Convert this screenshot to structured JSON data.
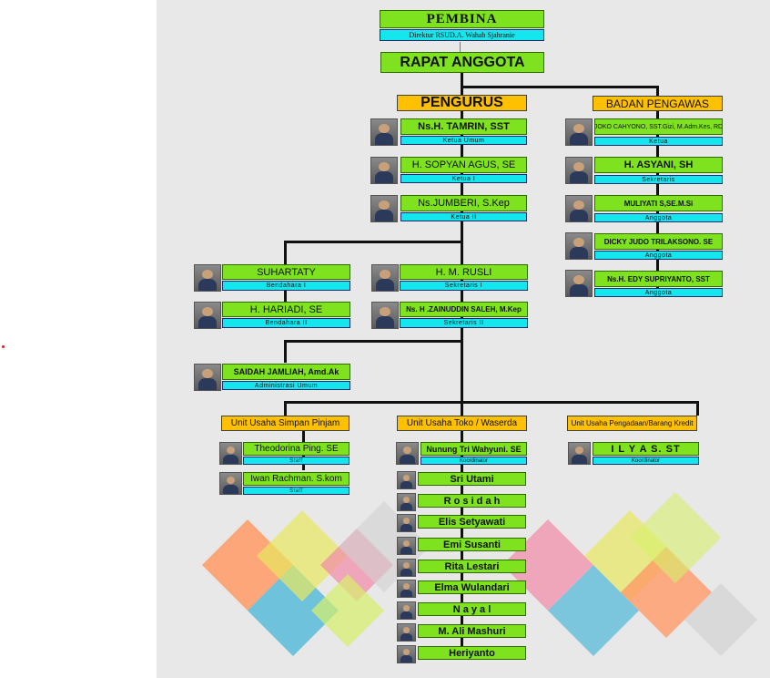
{
  "pembina": {
    "title": "PEMBINA",
    "subtitle": "Direktur RSUD.A. Wahab Sjahranie"
  },
  "rapat": "RAPAT ANGGOTA",
  "pengurus_header": "PENGURUS",
  "pengawas_header": "BADAN PENGAWAS",
  "pengurus": [
    {
      "name": "Ns.H. TAMRIN, SST",
      "role": "Ketua Umum"
    },
    {
      "name": "H. SOPYAN AGUS, SE",
      "role": "Ketua I"
    },
    {
      "name": "Ns.JUMBERI, S.Kep",
      "role": "Ketua II"
    }
  ],
  "pengawas": [
    {
      "name": "JOKO CAHYONO, SST.Gizi, M.Adm.Kes, RD",
      "role": "Ketua"
    },
    {
      "name": "H. ASYANI, SH",
      "role": "Sekretaris"
    },
    {
      "name": "MULIYATI S,SE.M.Si",
      "role": "Anggota"
    },
    {
      "name": "DICKY JUDO TRILAKSONO. SE",
      "role": "Anggota"
    },
    {
      "name": "Ns.H. EDY SUPRIYANTO, SST",
      "role": "Anggota"
    }
  ],
  "bendahara": [
    {
      "name": "SUHARTATY",
      "role": "Bendahara I"
    },
    {
      "name": "H. HARIADI, SE",
      "role": "Bendahara II"
    }
  ],
  "sekretaris": [
    {
      "name": "H. M. RUSLI",
      "role": "Sekretaris I"
    },
    {
      "name": "Ns. H .ZAINUDDIN SALEH, M.Kep",
      "role": "Sekretaris II"
    }
  ],
  "admin": {
    "name": "SAIDAH JAMLIAH, Amd.Ak",
    "role": "Administrasi Umum"
  },
  "units": [
    {
      "title": "Unit Usaha Simpan Pinjam"
    },
    {
      "title": "Unit Usaha Toko / Waserda"
    },
    {
      "title": "Unit Usaha Pengadaan/Barang Kredit"
    }
  ],
  "simpan_pinjam": [
    {
      "name": "Theodorina Ping. SE",
      "role": "Staff"
    },
    {
      "name": "Iwan Rachman. S.kom",
      "role": "Staff"
    }
  ],
  "toko_koordinator": {
    "name": "Nunung Tri Wahyuni. SE",
    "role": "Koordinator"
  },
  "pengadaan_koordinator": {
    "name": "I L Y A S. ST",
    "role": "Koordinator"
  },
  "toko_staff": [
    "Sri Utami",
    "R o s i d a h",
    "Elis Setyawati",
    "Emi Susanti",
    "Rita Lestari",
    "Elma Wulandari",
    "N a y a l",
    "M. Ali Mashuri",
    "Heriyanto"
  ],
  "colors": {
    "green": "#7fe21e",
    "cyan": "#14e6ee",
    "orange": "#ffc000",
    "background": "#e8e8e8"
  }
}
